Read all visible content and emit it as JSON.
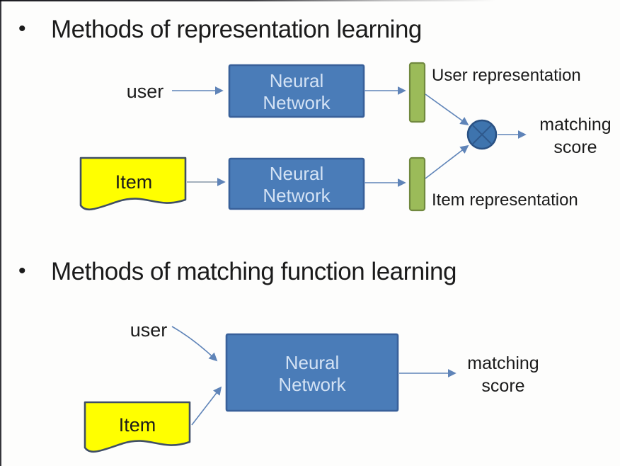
{
  "titles": {
    "bullet": "•",
    "representation_learning": "Methods of representation learning",
    "matching_function_learning": "Methods of matching function learning"
  },
  "diagram_representation": {
    "user_input": "user",
    "item_input": "Item",
    "nn_user": {
      "line1": "Neural",
      "line2": "Network"
    },
    "nn_item": {
      "line1": "Neural",
      "line2": "Network"
    },
    "user_representation": "User representation",
    "item_representation": "Item representation",
    "matching_score": {
      "line1": "matching",
      "line2": "score"
    }
  },
  "diagram_matching": {
    "user_input": "user",
    "item_input": "Item",
    "nn": {
      "line1": "Neural",
      "line2": "Network"
    },
    "matching_score": {
      "line1": "matching",
      "line2": "score"
    }
  },
  "colors": {
    "text": "#1b1b1b",
    "nn_box_fill": "#4a7cb8",
    "nn_box_border": "#38609a",
    "nn_text": "#d3e2f4",
    "item_fill": "#ffff00",
    "item_border": "#3f4e66",
    "bar_fill": "#9bbb59",
    "bar_border": "#71893f",
    "operator_fill": "#3e74ae",
    "operator_border": "#2a5183",
    "arrow": "#5f84b8",
    "arrow_gray": "#8796a8"
  }
}
